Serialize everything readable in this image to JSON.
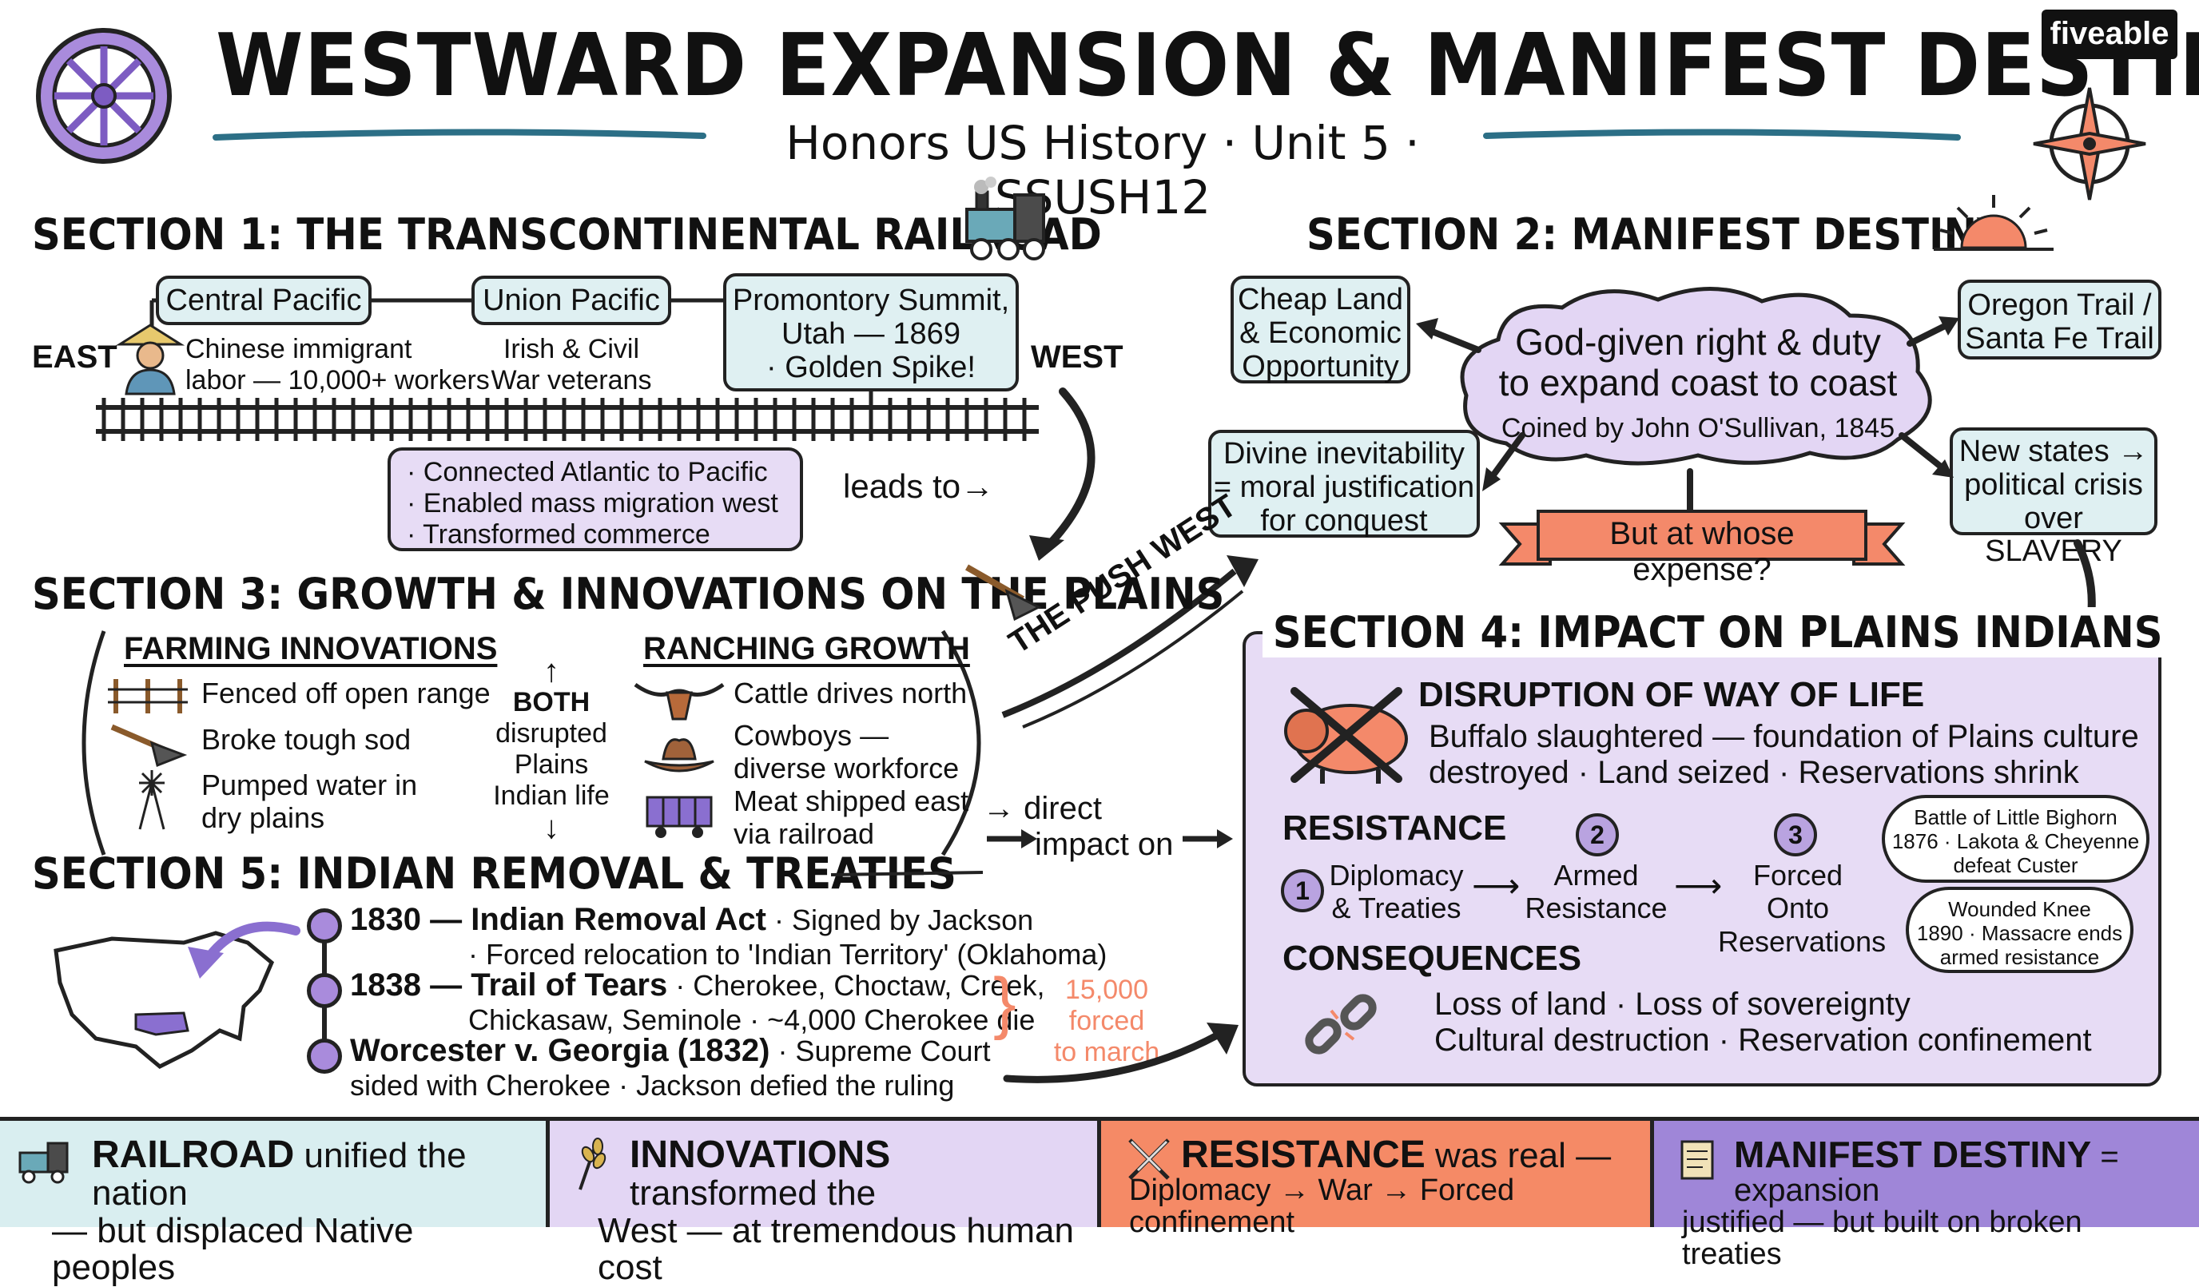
{
  "header": {
    "title": "WESTWARD EXPANSION & MANIFEST DESTINY",
    "subtitle": "Honors US History · Unit 5 · SSUSH12",
    "brand": "fiveable",
    "icons": [
      "wagon-wheel-icon",
      "compass-rose-icon"
    ]
  },
  "section1": {
    "title": "SECTION 1: THE TRANSCONTINENTAL RAILROAD",
    "east_label": "EAST",
    "west_label": "WEST",
    "central_pacific": "Central Pacific",
    "central_pacific_note_1": "Chinese immigrant",
    "central_pacific_note_2": "labor — 10,000+ workers",
    "union_pacific": "Union Pacific",
    "union_pacific_note_1": "Irish & Civil",
    "union_pacific_note_2": "War veterans",
    "summit_1": "Promontory Summit,",
    "summit_2": "Utah — 1869",
    "summit_3": "· Golden Spike!",
    "effects": [
      "· Connected Atlantic to Pacific",
      "· Enabled mass migration west",
      "· Transformed commerce"
    ],
    "leads_to": "leads to→"
  },
  "section2": {
    "title": "SECTION 2: MANIFEST DESTINY",
    "core_1": "God-given right & duty",
    "core_2": "to expand coast to coast",
    "coined": "Coined by John O'Sullivan, 1845",
    "cheap_land": [
      "Cheap Land",
      "& Economic",
      "Opportunity"
    ],
    "oregon": [
      "Oregon Trail /",
      "Santa Fe Trail"
    ],
    "divine": [
      "Divine inevitability",
      "= moral justification",
      "for conquest"
    ],
    "new_states": [
      "New states →",
      "political crisis",
      "over SLAVERY"
    ],
    "expense_banner": "But at whose expense?"
  },
  "push_west": "THE PUSH WEST",
  "section3": {
    "title": "SECTION 3: GROWTH & INNOVATIONS ON THE PLAINS",
    "farming_title": "FARMING INNOVATIONS",
    "farming": [
      "Fenced off open range",
      "Broke tough sod",
      "Pumped water in",
      "dry plains"
    ],
    "both": [
      "BOTH",
      "disrupted",
      "Plains",
      "Indian life"
    ],
    "ranching_title": "RANCHING GROWTH",
    "ranching": [
      "Cattle drives north",
      "Cowboys —",
      "diverse workforce",
      "Meat shipped east",
      "via railroad"
    ],
    "direct_impact_1": "→ direct",
    "direct_impact_2": "impact on"
  },
  "section4": {
    "title": "SECTION 4: IMPACT ON PLAINS INDIANS",
    "disruption_title": "DISRUPTION OF WAY OF LIFE",
    "disruption_1": "Buffalo slaughtered — foundation of Plains culture",
    "disruption_2": "destroyed · Land seized · Reservations shrink",
    "resistance_title": "RESISTANCE",
    "stages": [
      {
        "num": "1",
        "line1": "Diplomacy",
        "line2": "& Treaties"
      },
      {
        "num": "2",
        "line1": "Armed",
        "line2": "Resistance"
      },
      {
        "num": "3",
        "line1": "Forced Onto",
        "line2": "Reservations"
      }
    ],
    "bighorn": [
      "Battle of Little Bighorn",
      "1876 · Lakota & Cheyenne",
      "defeat Custer"
    ],
    "wounded_knee": [
      "Wounded Knee",
      "1890 · Massacre ends",
      "armed resistance"
    ],
    "consequences_title": "CONSEQUENCES",
    "consequences_1": "Loss of land · Loss of sovereignty",
    "consequences_2": "Cultural destruction · Reservation confinement"
  },
  "section5": {
    "title": "SECTION 5: INDIAN REMOVAL & TREATIES",
    "e1_head": "1830 — Indian Removal Act",
    "e1_rest": "· Signed by Jackson",
    "e1_line2": "· Forced relocation to 'Indian Territory' (Oklahoma)",
    "e2_head": "1838 — Trail of Tears",
    "e2_rest": "· Cherokee, Choctaw, Creek,",
    "e2_line2": "Chickasaw, Seminole · ~4,000 Cherokee die",
    "forced_note_1": "15,000 forced",
    "forced_note_2": "to march",
    "e3_head": "Worcester v. Georgia (1832)",
    "e3_rest": "· Supreme Court",
    "e3_line2": "sided with Cherokee · Jackson defied the ruling"
  },
  "banners": [
    {
      "bold": "RAILROAD",
      "rest": " unified the nation",
      "line2": "— but displaced Native peoples",
      "color": "#d9eef0"
    },
    {
      "bold": "INNOVATIONS",
      "rest": " transformed the",
      "line2": "West — at tremendous human cost",
      "color": "#e3d6f4"
    },
    {
      "bold": "RESISTANCE",
      "rest": " was real —",
      "line2": "Diplomacy → War → Forced confinement",
      "color": "#f58a66"
    },
    {
      "bold": "MANIFEST DESTINY",
      "rest": " = expansion",
      "line2": "justified — but built on broken treaties",
      "color": "#9f86d8"
    }
  ],
  "colors": {
    "teal_box": "#dff0f2",
    "lavender": "#e7dcf5",
    "coral": "#f4896a",
    "purple": "#9f86d8",
    "blue_underline": "#2c6f86"
  }
}
